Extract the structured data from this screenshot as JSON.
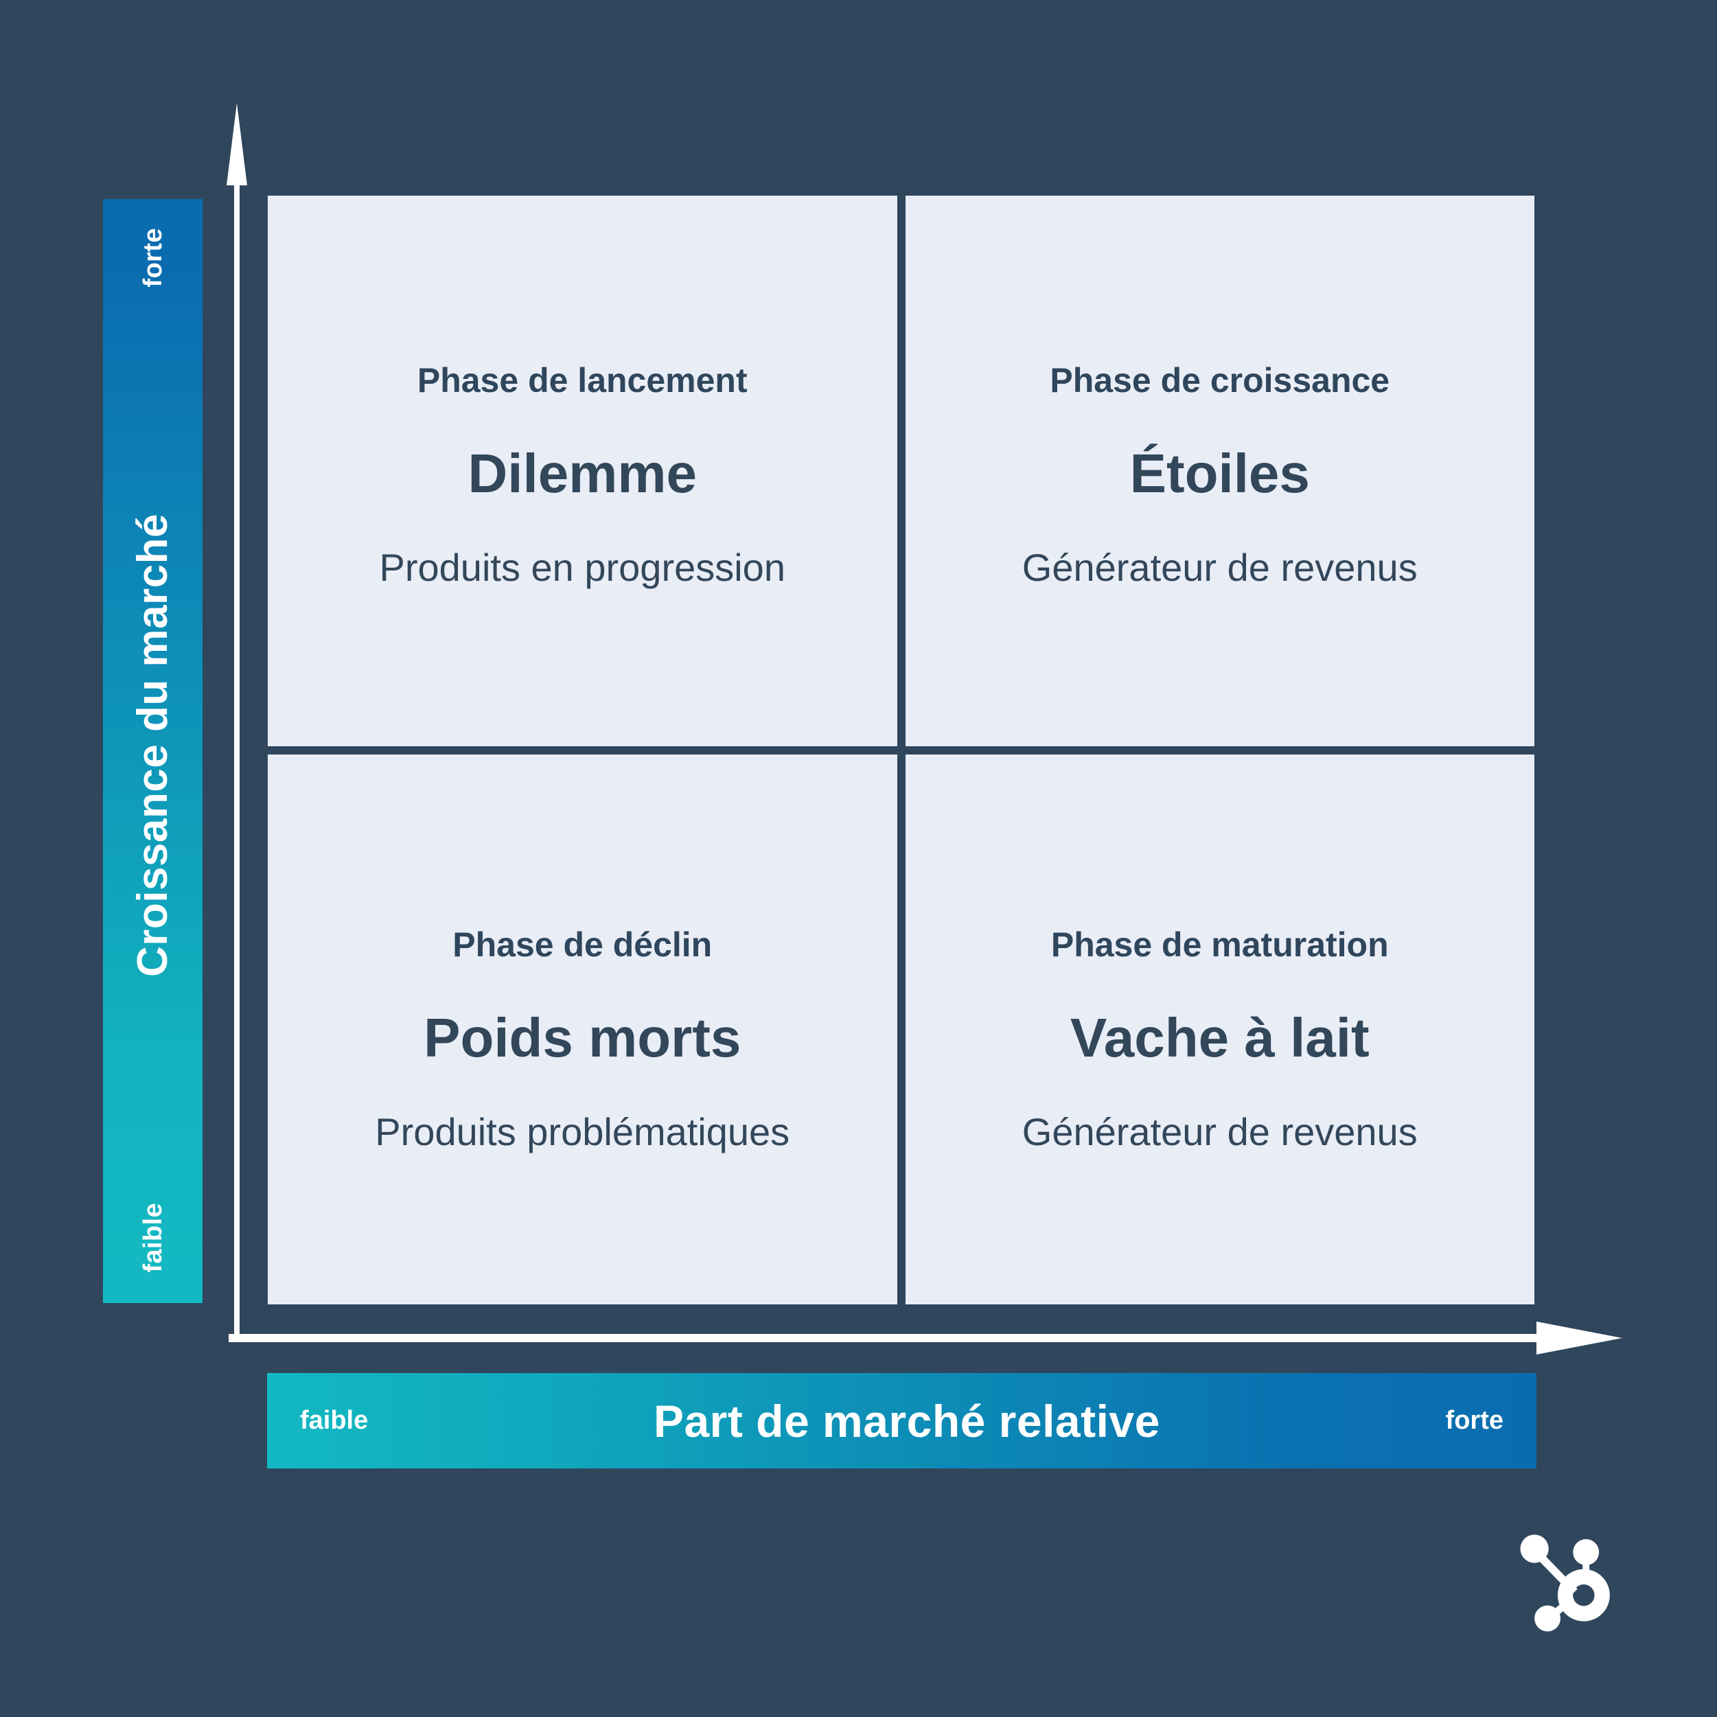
{
  "background_color": "#2f465c",
  "quadrant_fill": "#e9edf6",
  "text_color": "#33475b",
  "gradient": {
    "low_color": "#13b9c2",
    "high_color": "#0a6cb0"
  },
  "y_axis": {
    "title": "Croissance du marché",
    "high_label": "forte",
    "low_label": "faible"
  },
  "x_axis": {
    "title": "Part de marché relative",
    "low_label": "faible",
    "high_label": "forte"
  },
  "quadrants": [
    {
      "position": "top-left",
      "phase": "Phase de lancement",
      "title": "Dilemme",
      "description": "Produits en progression"
    },
    {
      "position": "top-right",
      "phase": "Phase de croissance",
      "title": "Étoiles",
      "description": "Générateur de revenus"
    },
    {
      "position": "bottom-left",
      "phase": "Phase de déclin",
      "title": "Poids morts",
      "description": "Produits problématiques"
    },
    {
      "position": "bottom-right",
      "phase": "Phase de maturation",
      "title": "Vache à lait",
      "description": "Générateur de revenus"
    }
  ],
  "logo": {
    "name": "hubspot-sprocket-logo",
    "color": "#ffffff"
  },
  "chart_data": {
    "type": "table",
    "title": "Matrice BCG",
    "xlabel": "Part de marché relative",
    "ylabel": "Croissance du marché",
    "x_levels": [
      "faible",
      "forte"
    ],
    "y_levels": [
      "faible",
      "forte"
    ],
    "cells": [
      {
        "x": "faible",
        "y": "forte",
        "phase": "Phase de lancement",
        "title": "Dilemme",
        "description": "Produits en progression"
      },
      {
        "x": "forte",
        "y": "forte",
        "phase": "Phase de croissance",
        "title": "Étoiles",
        "description": "Générateur de revenus"
      },
      {
        "x": "faible",
        "y": "faible",
        "phase": "Phase de déclin",
        "title": "Poids morts",
        "description": "Produits problématiques"
      },
      {
        "x": "forte",
        "y": "faible",
        "phase": "Phase de maturation",
        "title": "Vache à lait",
        "description": "Générateur de revenus"
      }
    ],
    "grid": true,
    "legend": "none"
  }
}
